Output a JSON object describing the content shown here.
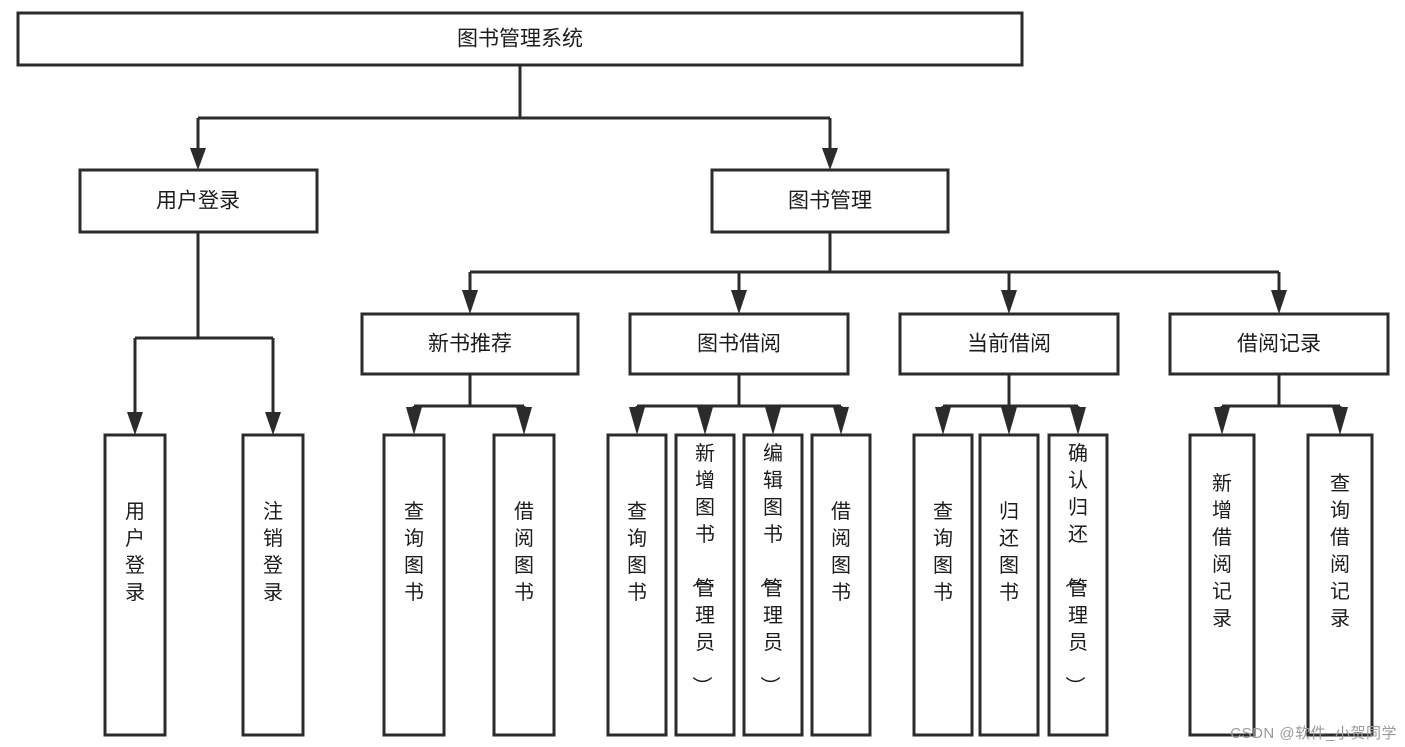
{
  "diagram": {
    "type": "tree-hierarchy-flowchart",
    "title": "图书管理系统",
    "root": {
      "id": "root",
      "label": "图书管理系统",
      "level": 0
    },
    "level2": [
      {
        "id": "user-login",
        "label": "用户登录",
        "level": 1
      },
      {
        "id": "book-manage",
        "label": "图书管理",
        "level": 1
      }
    ],
    "level3": [
      {
        "id": "new-book-recommend",
        "label": "新书推荐",
        "parent": "book-manage",
        "level": 2
      },
      {
        "id": "book-borrow",
        "label": "图书借阅",
        "parent": "book-manage",
        "level": 2
      },
      {
        "id": "current-borrow",
        "label": "当前借阅",
        "parent": "book-manage",
        "level": 2
      },
      {
        "id": "borrow-record",
        "label": "借阅记录",
        "parent": "book-manage",
        "level": 2
      }
    ],
    "leaves": [
      {
        "id": "leaf-user-login",
        "label": "用户登录",
        "parent": "user-login",
        "level": 2
      },
      {
        "id": "leaf-user-logout",
        "label": "注销登录",
        "parent": "user-login",
        "level": 2
      },
      {
        "id": "leaf-query-book-1",
        "label": "查询图书",
        "parent": "new-book-recommend",
        "level": 3
      },
      {
        "id": "leaf-borrow-book-1",
        "label": "借阅图书",
        "parent": "new-book-recommend",
        "level": 3
      },
      {
        "id": "leaf-query-book-2",
        "label": "查询图书",
        "parent": "book-borrow",
        "level": 3
      },
      {
        "id": "leaf-add-book",
        "label": "新增图书（管理员）",
        "parent": "book-borrow",
        "level": 3
      },
      {
        "id": "leaf-edit-book",
        "label": "编辑图书（管理员）",
        "parent": "book-borrow",
        "level": 3
      },
      {
        "id": "leaf-borrow-book-2",
        "label": "借阅图书",
        "parent": "book-borrow",
        "level": 3
      },
      {
        "id": "leaf-query-book-3",
        "label": "查询图书",
        "parent": "current-borrow",
        "level": 3
      },
      {
        "id": "leaf-return-book",
        "label": "归还图书",
        "parent": "current-borrow",
        "level": 3
      },
      {
        "id": "leaf-confirm-return",
        "label": "确认归还（管理员）",
        "parent": "current-borrow",
        "level": 3
      },
      {
        "id": "leaf-add-record",
        "label": "新增借阅记录",
        "parent": "borrow-record",
        "level": 3
      },
      {
        "id": "leaf-query-record",
        "label": "查询借阅记录",
        "parent": "borrow-record",
        "level": 3
      }
    ],
    "colors": {
      "box_stroke": "#2b2b2b",
      "box_fill": "#ffffff",
      "text": "#1c1c1c",
      "background": "#ffffff",
      "watermark": "#9a9a9a"
    }
  },
  "watermark": {
    "text": "CSDN @软件_小贺同学"
  }
}
